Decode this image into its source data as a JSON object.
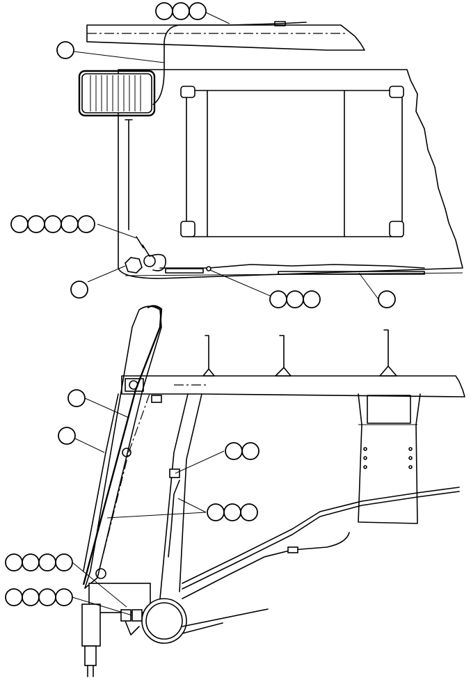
{
  "callouts": [
    {
      "id": "callout-a",
      "balloons": 3,
      "text": ""
    },
    {
      "id": "callout-b",
      "balloons": 1,
      "text": ""
    },
    {
      "id": "callout-c",
      "balloons": 5,
      "text": ""
    },
    {
      "id": "callout-d",
      "balloons": 1,
      "text": ""
    },
    {
      "id": "callout-e",
      "balloons": 3,
      "text": ""
    },
    {
      "id": "callout-f",
      "balloons": 1,
      "text": ""
    },
    {
      "id": "callout-g",
      "balloons": 1,
      "text": ""
    },
    {
      "id": "callout-h",
      "balloons": 1,
      "text": ""
    },
    {
      "id": "callout-i",
      "balloons": 2,
      "text": ""
    },
    {
      "id": "callout-j",
      "balloons": 3,
      "text": ""
    },
    {
      "id": "callout-k",
      "balloons": 4,
      "text": ""
    },
    {
      "id": "callout-l",
      "balloons": 4,
      "text": ""
    }
  ],
  "colors": {
    "line": "#000000",
    "background": "#ffffff"
  }
}
